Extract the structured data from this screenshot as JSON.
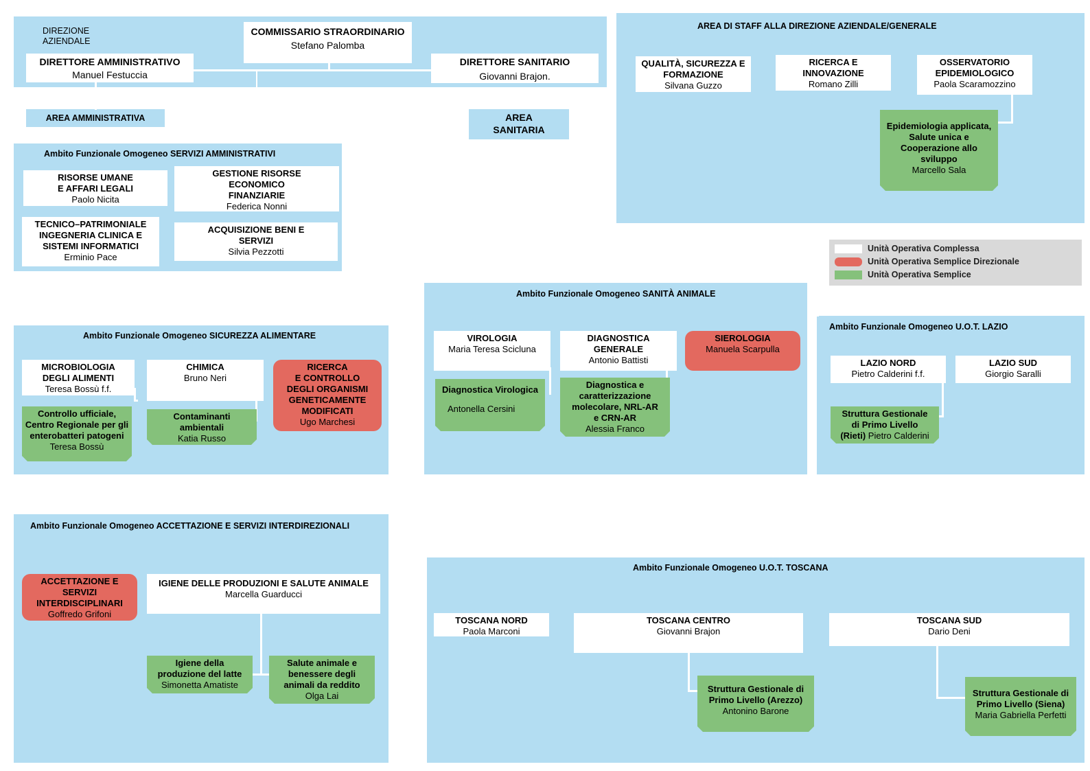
{
  "colors": {
    "area_background": "#b3ddf2",
    "unita_operativa_complessa": "#ffffff",
    "unita_operativa_semplice_direzionale": "#e3695f",
    "unita_operativa_semplice": "#85c17b",
    "legend_background": "#d9d9d9"
  },
  "direzione": {
    "label": "DIREZIONE\nAZIENDALE",
    "commissario": {
      "title": "COMMISSARIO STRAORDINARIO",
      "name": "Stefano Palomba"
    },
    "dir_amministrativo": {
      "title": "DIRETTORE AMMINISTRATIVO",
      "name": "Manuel Festuccia"
    },
    "dir_sanitario": {
      "title": "DIRETTORE SANITARIO",
      "name": "Giovanni Brajon."
    }
  },
  "area_amministrativa": "AREA AMMINISTRATIVA",
  "area_sanitaria": "AREA\nSANITARIA",
  "servizi_amministrativi": {
    "title": "Ambito Funzionale Omogeneo SERVIZI AMMINISTRATIVI",
    "risorse_umane": {
      "title": "RISORSE UMANE\nE AFFARI LEGALI",
      "name": "Paolo Nicita"
    },
    "gestione_risorse": {
      "title": "GESTIONE RISORSE\nECONOMICO\nFINANZIARIE",
      "name": "Federica Nonni"
    },
    "tecnico": {
      "title": "TECNICO–PATRIMONIALE\nINGEGNERIA CLINICA E\nSISTEMI INFORMATICI",
      "name": "Erminio Pace"
    },
    "acquisizione": {
      "title": "ACQUISIZIONE BENI E\nSERVIZI",
      "name": "Silvia Pezzotti"
    }
  },
  "staff": {
    "title": "AREA DI STAFF ALLA DIREZIONE AZIENDALE/GENERALE",
    "qualita": {
      "title": "QUALITÀ, SICUREZZA E\nFORMAZIONE",
      "name": "Silvana Guzzo"
    },
    "ricerca": {
      "title": "RICERCA E\nINNOVAZIONE",
      "name": "Romano Zilli"
    },
    "osservatorio": {
      "title": "OSSERVATORIO\nEPIDEMIOLOGICO",
      "name": "Paola Scaramozzino"
    },
    "epidemiologia": {
      "title": "Epidemiologia applicata,\nSalute unica e\nCooperazione allo\nsviluppo",
      "name": "Marcello Sala"
    }
  },
  "legend": {
    "complessa": "Unità Operativa Complessa",
    "semplice_direzionale": "Unità Operativa Semplice Direzionale",
    "semplice": "Unità Operativa Semplice"
  },
  "sicurezza_alimentare": {
    "title": "Ambito Funzionale Omogeneo SICUREZZA ALIMENTARE",
    "microbiologia": {
      "title": "MICROBIOLOGIA\nDEGLI ALIMENTI",
      "name": "Teresa Bossù f.f."
    },
    "chimica": {
      "title": "CHIMICA",
      "name": "Bruno Neri"
    },
    "ricerca_ogm": {
      "title": "RICERCA\nE CONTROLLO\nDEGLI ORGANISMI\nGENETICAMENTE\nMODIFICATI",
      "name": "Ugo Marchesi"
    },
    "controllo_ufficiale": {
      "title": "Controllo ufficiale,\nCentro Regionale per gli\nenterobatteri patogeni",
      "name": "Teresa Bossù"
    },
    "contaminanti": {
      "title": "Contaminanti\nambientali",
      "name": "Katia Russo"
    }
  },
  "sanita_animale": {
    "title": "Ambito Funzionale Omogeneo SANITÀ ANIMALE",
    "virologia": {
      "title": "VIROLOGIA",
      "name": "Maria Teresa Scicluna"
    },
    "diagnostica_generale": {
      "title": "DIAGNOSTICA\nGENERALE",
      "name": "Antonio Battisti"
    },
    "sierologia": {
      "title": "SIEROLOGIA",
      "name": "Manuela Scarpulla"
    },
    "diagnostica_virologica": {
      "title": "Diagnostica Virologica",
      "name": "Antonella Cersini"
    },
    "diagnostica_caratt": {
      "title": "Diagnostica e\ncaratterizzazione\nmolecolare, NRL-AR\ne CRN-AR",
      "name": "Alessia Franco"
    }
  },
  "lazio": {
    "title": "Ambito Funzionale Omogeneo U.O.T. LAZIO",
    "nord": {
      "title": "LAZIO NORD",
      "name": "Pietro Calderini f.f."
    },
    "sud": {
      "title": "LAZIO SUD",
      "name": "Giorgio Saralli"
    },
    "rieti": {
      "title": "Struttura Gestionale\ndi Primo Livello",
      "name_prefix": "(Rieti)",
      "name": "Pietro Calderini"
    }
  },
  "accettazione": {
    "title": "Ambito Funzionale Omogeneo ACCETTAZIONE E SERVIZI INTERDIREZIONALI",
    "accettazione": {
      "title": "ACCETTAZIONE E\nSERVIZI\nINTERDISCIPLINARI",
      "name": "Goffredo Grifoni"
    },
    "igiene": {
      "title": "IGIENE DELLE PRODUZIONI E SALUTE ANIMALE",
      "name": "Marcella Guarducci"
    },
    "igiene_latte": {
      "title": "Igiene della\nproduzione del latte",
      "name": "Simonetta Amatiste"
    },
    "salute_animale": {
      "title": "Salute animale e\nbenessere degli\nanimali da reddito",
      "name": "Olga Lai"
    }
  },
  "toscana": {
    "title": "Ambito Funzionale Omogeneo U.O.T. TOSCANA",
    "nord": {
      "title": "TOSCANA NORD",
      "name": "Paola Marconi"
    },
    "centro": {
      "title": "TOSCANA CENTRO",
      "name": "Giovanni Brajon"
    },
    "sud": {
      "title": "TOSCANA SUD",
      "name": "Dario Deni"
    },
    "arezzo": {
      "title": "Struttura Gestionale di\nPrimo Livello (Arezzo)",
      "name": "Antonino Barone"
    },
    "siena": {
      "title": "Struttura Gestionale di\nPrimo Livello (Siena)",
      "name": "Maria Gabriella Perfetti"
    }
  }
}
